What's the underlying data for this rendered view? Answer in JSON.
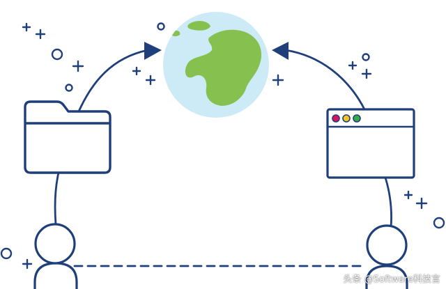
{
  "diagram": {
    "nodes": [
      {
        "id": "folder",
        "icon": "folder-icon"
      },
      {
        "id": "globe",
        "icon": "globe-icon"
      },
      {
        "id": "browser",
        "icon": "browser-window-icon"
      },
      {
        "id": "user-left",
        "icon": "user-icon"
      },
      {
        "id": "user-right",
        "icon": "user-icon"
      }
    ],
    "edges": [
      {
        "from": "user-left",
        "to": "folder",
        "style": "solid"
      },
      {
        "from": "folder",
        "to": "globe",
        "style": "solid-arrow"
      },
      {
        "from": "browser",
        "to": "globe",
        "style": "solid-arrow"
      },
      {
        "from": "user-right",
        "to": "browser",
        "style": "solid"
      },
      {
        "from": "user-left",
        "to": "user-right",
        "style": "dashed"
      }
    ]
  },
  "colors": {
    "stroke": "#1f3f7a",
    "globe_ocean": "#cdebf7",
    "globe_land": "#86c150",
    "dot_red": "#d8145c",
    "dot_yellow": "#f3c322",
    "dot_green": "#3aaa49"
  },
  "watermark": "头条 @Software科技言"
}
